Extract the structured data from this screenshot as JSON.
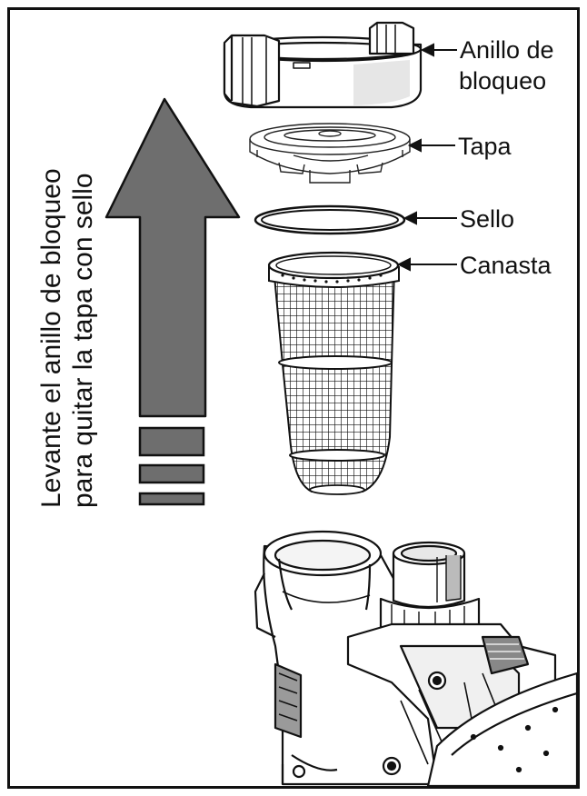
{
  "instruction": {
    "line1": "Levante el anillo de bloqueo",
    "line2": "para quitar la tapa con sello"
  },
  "labels": {
    "ring": {
      "line1": "Anillo de",
      "line2": "bloqueo"
    },
    "lid": "Tapa",
    "seal": "Sello",
    "basket": "Canasta"
  },
  "colors": {
    "arrow_fill": "#6e6e6e",
    "outline": "#111111",
    "frame": "#111111"
  }
}
